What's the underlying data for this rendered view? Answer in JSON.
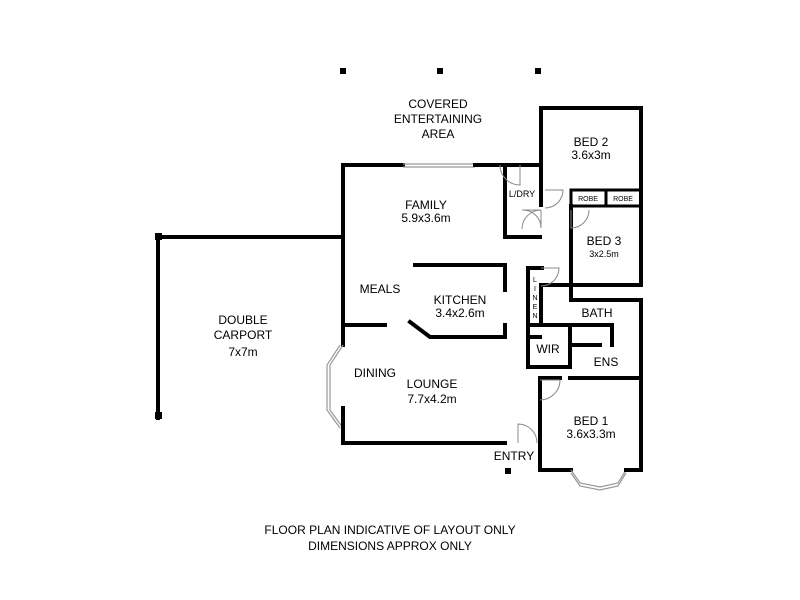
{
  "rooms": {
    "covered": [
      "COVERED",
      "ENTERTAINING",
      "AREA"
    ],
    "bed2": {
      "name": "BED 2",
      "dim": "3.6x3m"
    },
    "ldry": "L/DRY",
    "robe1": "ROBE",
    "robe2": "ROBE",
    "family": {
      "name": "FAMILY",
      "dim": "5.9x3.6m"
    },
    "bed3": {
      "name": "BED 3",
      "dim": "3x2.5m"
    },
    "meals": "MEALS",
    "kitchen": {
      "name": "KITCHEN",
      "dim": "3.4x2.6m"
    },
    "linen": [
      "L",
      "I",
      "N",
      "E",
      "N"
    ],
    "bath": "BATH",
    "carport": {
      "name": [
        "DOUBLE",
        "CARPORT"
      ],
      "dim": "7x7m"
    },
    "wir": "WIR",
    "ens": "ENS",
    "dining": "DINING",
    "lounge": {
      "name": "LOUNGE",
      "dim": "7.7x4.2m"
    },
    "bed1": {
      "name": "BED 1",
      "dim": "3.6x3.3m"
    },
    "entry": "ENTRY"
  },
  "footer": [
    "FLOOR PLAN INDICATIVE OF LAYOUT ONLY",
    "DIMENSIONS APPROX ONLY"
  ]
}
